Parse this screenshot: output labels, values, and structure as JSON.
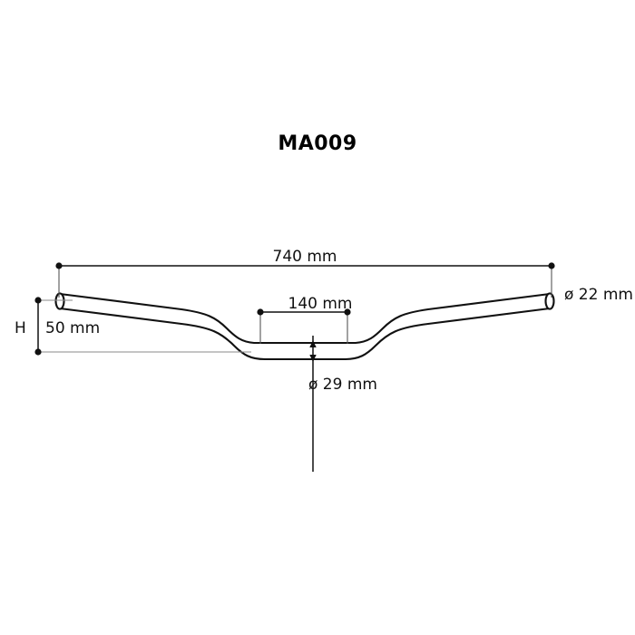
{
  "page": {
    "background_color": "#ffffff",
    "line_color": "#111111",
    "extension_line_color": "#8a8a8a"
  },
  "title": {
    "text": "MA009"
  },
  "drawing": {
    "subject": "motorcycle-handlebar",
    "view": "front-elevation"
  },
  "dimensions": {
    "overall_width": {
      "label": "740 mm",
      "value": 740,
      "unit": "mm",
      "position": "top"
    },
    "clamp_width": {
      "label": "140 mm",
      "value": 140,
      "unit": "mm",
      "position": "center"
    },
    "grip_diameter": {
      "label": "ø 22 mm",
      "value": 22,
      "unit": "mm",
      "position": "right"
    },
    "center_diameter": {
      "label": "ø 29 mm",
      "value": 29,
      "unit": "mm",
      "position": "bottom-center"
    },
    "height": {
      "symbol": "H",
      "label": "50 mm",
      "value": 50,
      "unit": "mm",
      "position": "left"
    }
  }
}
